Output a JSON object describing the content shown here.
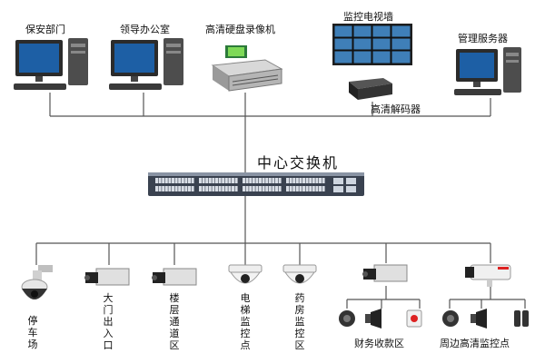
{
  "diagram": {
    "switch": {
      "label": "中心交换机"
    },
    "top_devices": [
      {
        "id": "security",
        "label": "保安部门",
        "icon": "desktop-computer-icon"
      },
      {
        "id": "office",
        "label": "领导办公室",
        "icon": "desktop-computer-icon"
      },
      {
        "id": "nvr",
        "label": "高清硬盘录像机",
        "icon": "rack-recorder-icon"
      },
      {
        "id": "videowall",
        "label": "监控电视墙",
        "icon": "video-wall-icon"
      },
      {
        "id": "decoder",
        "label": "高清解码器",
        "icon": "decoder-box-icon"
      },
      {
        "id": "server",
        "label": "管理服务器",
        "icon": "desktop-computer-icon"
      }
    ],
    "bottom_devices": [
      {
        "id": "parking",
        "label": "停车场",
        "icon": "speed-dome-camera-icon"
      },
      {
        "id": "gate",
        "label": "大门出入口",
        "icon": "box-camera-icon"
      },
      {
        "id": "floor",
        "label": "楼层通道区",
        "icon": "box-camera-icon"
      },
      {
        "id": "elevator",
        "label": "电梯监控点",
        "icon": "dome-camera-icon"
      },
      {
        "id": "pharmacy",
        "label": "药房监控区",
        "icon": "dome-camera-icon"
      },
      {
        "id": "finance",
        "label": "财务收款区",
        "icon": "box-camera-icon"
      },
      {
        "id": "perimeter",
        "label": "周边高清监控点",
        "icon": "bullet-camera-icon"
      }
    ],
    "accent_colors": {
      "line": "#555555",
      "switch_body": "#3a4250",
      "screen": "#1c5fa8"
    }
  }
}
